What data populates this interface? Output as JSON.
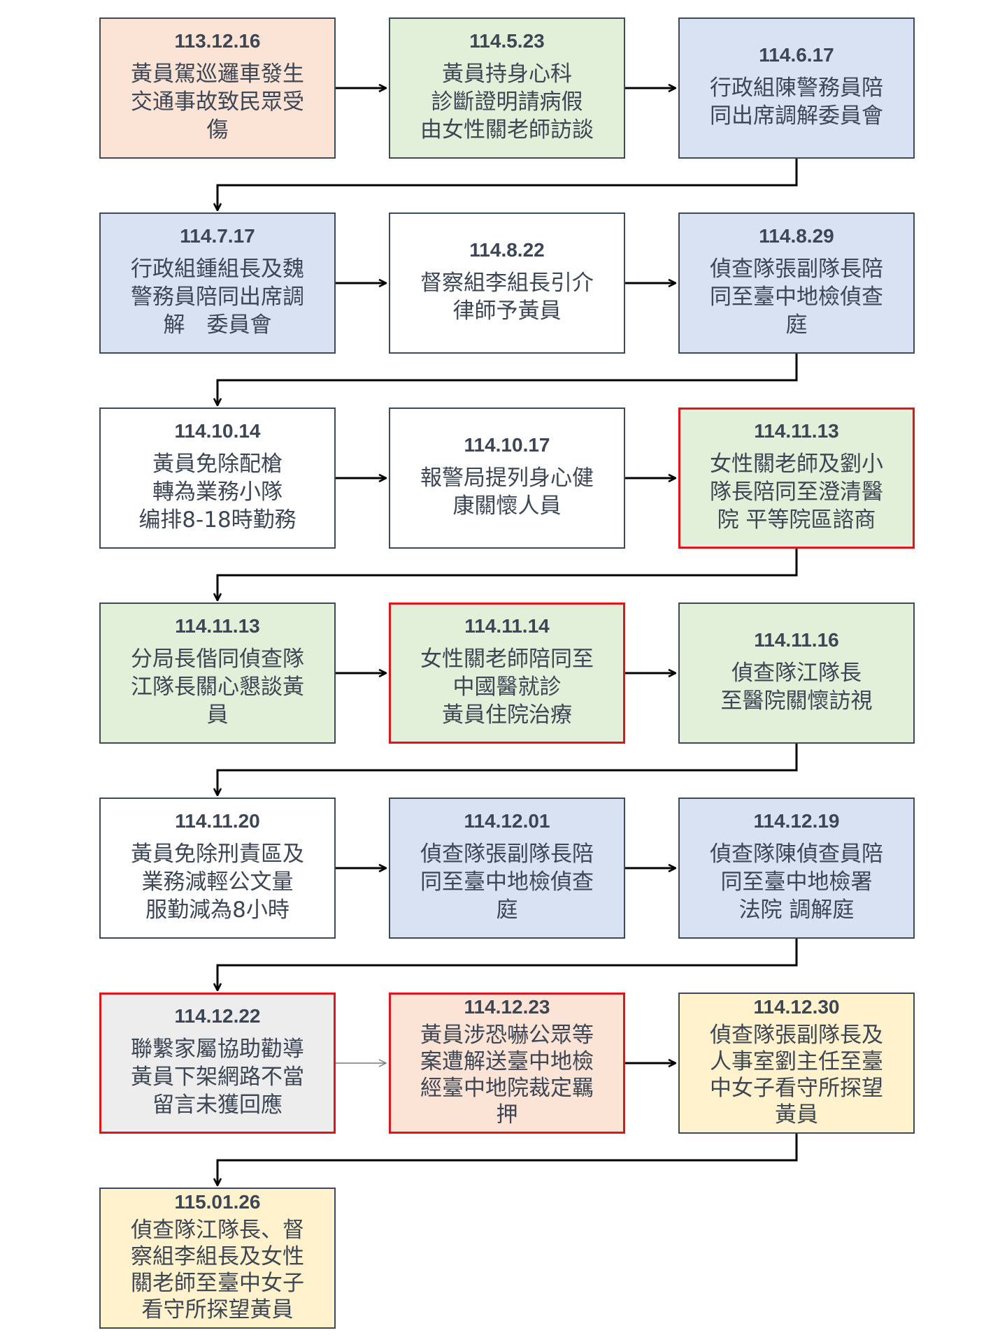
{
  "colors": {
    "peach": "#fbe4d5",
    "green": "#e2efd9",
    "blue": "#d9e2f3",
    "white": "#ffffff",
    "grey": "#ededed",
    "yellow": "#fff2cc",
    "highlight_border": "#e0141b",
    "text": "#3c4654"
  },
  "steps": [
    {
      "date": "113.12.16",
      "text": "黃員駕巡邏車發生\n交通事故致民眾受\n傷",
      "fill": "peach",
      "highlight": false
    },
    {
      "date": "114.5.23",
      "text": "黃員持身心科\n診斷證明請病假\n由女性關老師訪談",
      "fill": "green",
      "highlight": false
    },
    {
      "date": "114.6.17",
      "text": "行政組陳警務員陪\n同出席調解委員會",
      "fill": "blue",
      "highlight": false
    },
    {
      "date": "114.7.17",
      "text": "行政組鍾組長及魏\n警務員陪同出席調\n解　委員會",
      "fill": "blue",
      "highlight": false
    },
    {
      "date": "114.8.22",
      "text": "督察組李組長引介\n律師予黃員",
      "fill": "white",
      "highlight": false
    },
    {
      "date": "114.8.29",
      "text": "偵查隊張副隊長陪\n同至臺中地檢偵查\n庭",
      "fill": "blue",
      "highlight": false
    },
    {
      "date": "114.10.14",
      "text": "黃員免除配槍\n轉為業務小隊\n编排8-18時勤務",
      "fill": "white",
      "highlight": false
    },
    {
      "date": "114.10.17",
      "text": "報警局提列身心健\n康關懷人員",
      "fill": "white",
      "highlight": false
    },
    {
      "date": "114.11.13",
      "text": "女性關老師及劉小\n隊長陪同至澄清醫\n院 平等院區諮商",
      "fill": "green",
      "highlight": true
    },
    {
      "date": "114.11.13",
      "text": "分局長偕同偵查隊\n江隊長關心懇談黃\n員",
      "fill": "green",
      "highlight": false
    },
    {
      "date": "114.11.14",
      "text": "女性關老師陪同至\n中國醫就診\n黃員住院治療",
      "fill": "green",
      "highlight": true
    },
    {
      "date": "114.11.16",
      "text": "偵查隊江隊長\n至醫院關懷訪視",
      "fill": "green",
      "highlight": false
    },
    {
      "date": "114.11.20",
      "text": "黃員免除刑責區及\n業務減輕公文量\n服勤減為8小時",
      "fill": "white",
      "highlight": false
    },
    {
      "date": "114.12.01",
      "text": "偵查隊張副隊長陪\n同至臺中地檢偵查\n庭",
      "fill": "blue",
      "highlight": false
    },
    {
      "date": "114.12.19",
      "text": "偵查隊陳偵查員陪\n同至臺中地檢署\n法院 調解庭",
      "fill": "blue",
      "highlight": false
    },
    {
      "date": "114.12.22",
      "text": "聯繫家屬協助勸導\n黃員下架網路不當\n留言未獲回應",
      "fill": "grey",
      "highlight": true
    },
    {
      "date": "114.12.23",
      "text": "黃員涉恐嚇公眾等\n案遭解送臺中地檢\n經臺中地院裁定羈\n押",
      "fill": "peach",
      "highlight": true
    },
    {
      "date": "114.12.30",
      "text": "偵查隊張副隊長及\n人事室劉主任至臺\n中女子看守所探望\n黃員",
      "fill": "yellow",
      "highlight": false
    },
    {
      "date": "115.01.26",
      "text": "偵查隊江隊長、督\n察組李組長及女性\n關老師至臺中女子\n看守所探望黃員",
      "fill": "yellow",
      "highlight": false
    }
  ]
}
